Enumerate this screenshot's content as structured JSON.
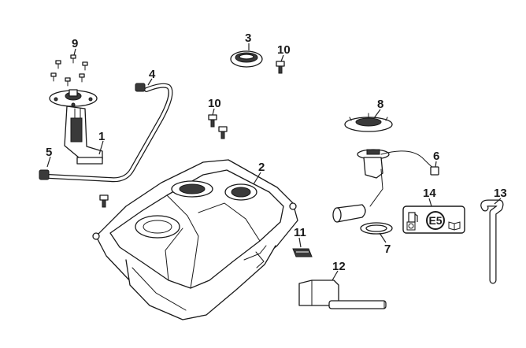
{
  "callouts": {
    "c1": "1",
    "c2": "2",
    "c3": "3",
    "c4": "4",
    "c5": "5",
    "c6": "6",
    "c7": "7",
    "c8": "8",
    "c9": "9",
    "c10a": "10",
    "c10b": "10",
    "c11": "11",
    "c12": "12",
    "c13": "13",
    "c14": "14"
  },
  "fuel_label": {
    "text": "E5"
  },
  "colors": {
    "line": "#1a1a1a",
    "shade": "#3a3a3a",
    "background": "#ffffff"
  }
}
